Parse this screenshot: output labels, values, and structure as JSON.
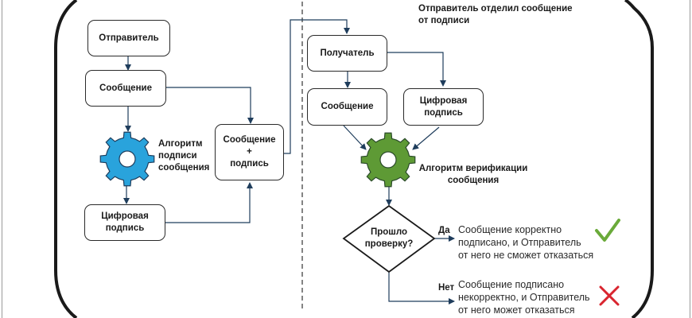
{
  "diagram": {
    "title": "Отправитель отделил сообщение\nот подписи",
    "sender_side": {
      "sender": "Отправитель",
      "message": "Сообщение",
      "sign_algorithm": "Алгоритм\nподписи\nсообщения",
      "digital_signature": "Цифровая\nподпись",
      "message_plus_signature": "Сообщение\n+\nподпись"
    },
    "receiver_side": {
      "receiver": "Получатель",
      "message": "Сообщение",
      "digital_signature": "Цифровая\nподпись",
      "verify_algorithm": "Алгоритм верификации\nсообщения",
      "decision": "Прошло\nпроверку?",
      "yes_label": "Да",
      "no_label": "Нет",
      "yes_result": "Сообщение корректно\nподписано, и Отправитель\nот него не сможет отказаться",
      "no_result": "Сообщение подписано\nнекорректно, и Отправитель\nот него может отказаться"
    },
    "colors": {
      "sign_gear": "#29a3dc",
      "verify_gear": "#5e9a35",
      "arrow": "#1f3d5c",
      "check": "#6aaa3a",
      "cross": "#d9252f"
    },
    "icons": {
      "sign_gear": "gear-icon",
      "verify_gear": "gear-icon",
      "yes_mark": "checkmark-icon",
      "no_mark": "cross-icon"
    }
  }
}
